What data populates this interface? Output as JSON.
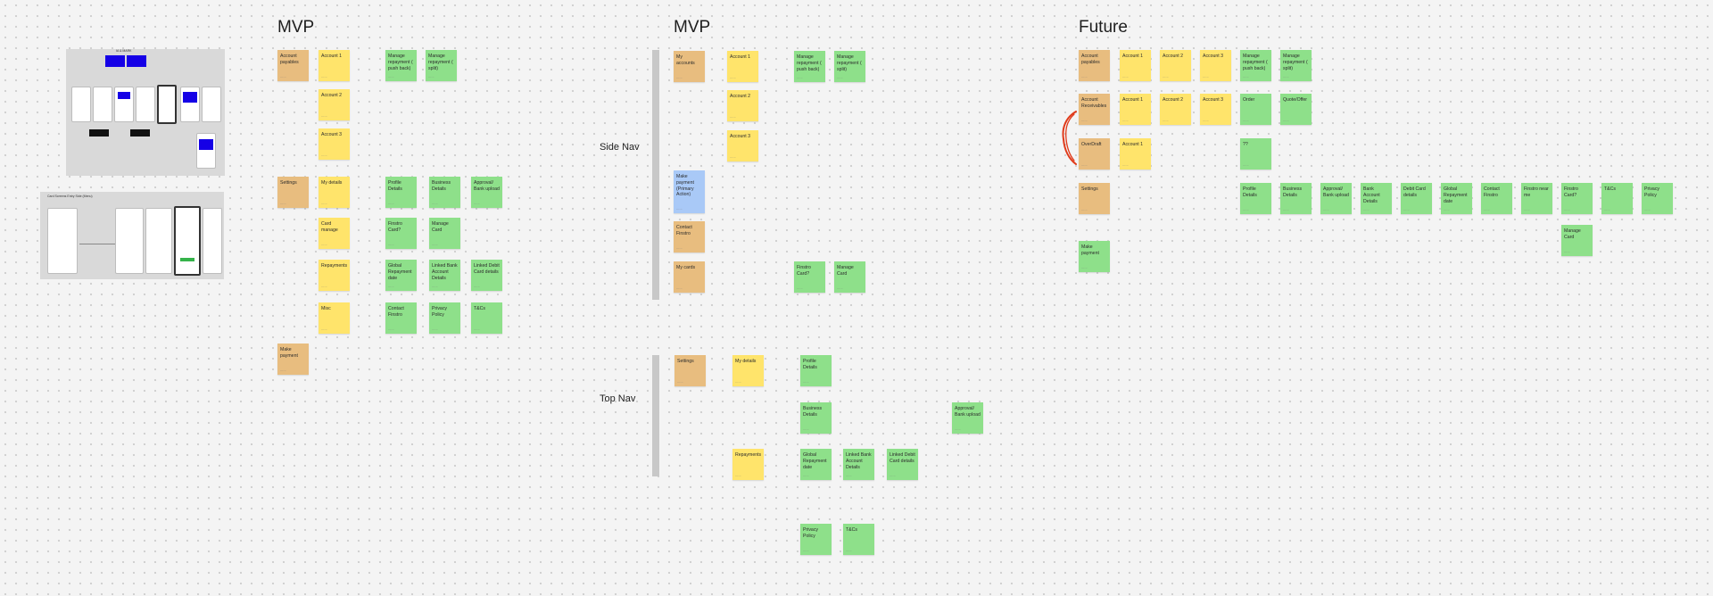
{
  "sections": {
    "mvp_left": "MVP",
    "mvp_mid": "MVP",
    "future": "Future",
    "side_nav": "Side Nav",
    "top_nav": "Top Nav"
  },
  "thumbnails": {
    "top_title": "IA & MARK",
    "bottom_title": "Card Screens Entry Side (Menu)"
  },
  "mvp_left": {
    "account_payables": "Account payables",
    "account_1": "Account 1",
    "account_2": "Account 2",
    "account_3": "Account 3",
    "manage_repay_push": "Manage repayment ( push back)",
    "manage_repay_split": "Manage repayment ( split)",
    "settings": "Settings",
    "my_details": "My details",
    "profile_details": "Profile Details",
    "business_details": "Business Details",
    "approval_bank": "Approval/ Bank upload",
    "card_manage": "Card manage",
    "finstro_card": "Finstro Card?",
    "manage_card": "Manage Card",
    "repayments": "Repayments",
    "global_repayment": "Global Repayment date",
    "linked_bank": "Linked Bank Account Details",
    "linked_debit": "Linked Debit Card details",
    "misc": "Misc",
    "contact_finstro": "Contact Finstro",
    "privacy_policy": "Privacy Policy",
    "tcs": "T&Cs",
    "make_payment": "Make payment"
  },
  "mvp_mid": {
    "my_accounts": "My accounts",
    "account_1": "Account 1",
    "account_2": "Account 2",
    "account_3": "Account 3",
    "manage_repay_push": "Manage repayment ( push back)",
    "manage_repay_split": "Manage repayment ( split)",
    "make_payment": "Make payment (Primary Action)",
    "contact_finstro": "Contact Finstro",
    "my_cards": "My cards",
    "finstro_card": "Finstro Card?",
    "manage_card": "Manage Card",
    "settings": "Settings",
    "my_details": "My details",
    "profile_details": "Profile Details",
    "business_details": "Business Details",
    "approval_bank": "Approval/ Bank upload",
    "repayments": "Repayments",
    "global_repayment": "Global Repayment date",
    "linked_bank": "Linked Bank Account Details",
    "linked_debit": "Linked Debit Card details",
    "privacy_policy": "Privacy Policy",
    "tcs": "T&Cs"
  },
  "future": {
    "account_payables": "Account payables",
    "account_1": "Account 1",
    "account_2": "Account 2",
    "account_3": "Account 3",
    "manage_repay_push": "Manage repayment ( push back)",
    "manage_repay_split": "Manage repayment ( split)",
    "account_receivables": "Account Receivables",
    "r_account_1": "Account 1",
    "r_account_2": "Account 2",
    "r_account_3": "Account 3",
    "order": "Order",
    "quote_offer": "Quote/Offer",
    "overdraft": "OverDraft",
    "o_account_1": "Account 1",
    "qq": "??",
    "settings": "Settings",
    "profile_details": "Profile Details",
    "business_details": "Business Details",
    "approval_bank": "Approval/ Bank upload",
    "bank_account": "Bank Account Details",
    "debit_card": "Debit Card details",
    "global_repayment": "Global Repayment date",
    "contact_finstro": "Contact Finstro",
    "finstro_near_me": "Finstro near me",
    "finstro_card": "Finstro Card?",
    "tcs": "T&Cs",
    "privacy_policy": "Privacy Policy",
    "manage_card": "Manage Card",
    "make_payment": "Make payment"
  },
  "note_footer": "......",
  "colors": {
    "yellow": "#ffe46b",
    "orange": "#e8bd7f",
    "green": "#8ee08a",
    "blue": "#a9c9f7",
    "annotation_red": "#e03a1a"
  }
}
